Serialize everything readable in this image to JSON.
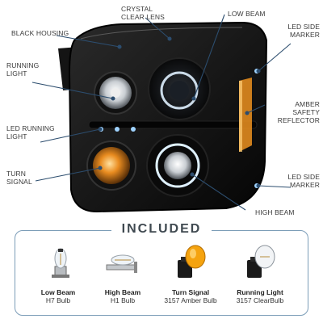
{
  "callouts": {
    "crystal_clear_lens": "CRYSTAL CLEAR LENS",
    "black_housing": "BLACK HOUSING",
    "low_beam": "LOW BEAM",
    "led_side_marker_top": "LED SIDE MARKER",
    "running_light": "RUNNING LIGHT",
    "amber_safety_reflector": "AMBER SAFETY REFLECTOR",
    "led_running_light": "LED RUNNING LIGHT",
    "turn_signal": "TURN SIGNAL",
    "led_side_marker_bottom": "LED SIDE MARKER",
    "high_beam": "HIGH BEAM"
  },
  "included": {
    "title": "INCLUDED",
    "items": [
      {
        "name": "Low Beam",
        "type": "H7 Bulb"
      },
      {
        "name": "High Beam",
        "type": "H1 Bulb"
      },
      {
        "name": "Turn Signal",
        "type": "3157 Amber Bulb"
      },
      {
        "name": "Running Light",
        "type": "3157 ClearBulb"
      }
    ]
  },
  "colors": {
    "pointer": "#2c4d6e",
    "box_border": "#7c9db8",
    "housing": "#0d0d0d",
    "amber": "#e08a1e",
    "led_blue": "#9fd3ff"
  }
}
